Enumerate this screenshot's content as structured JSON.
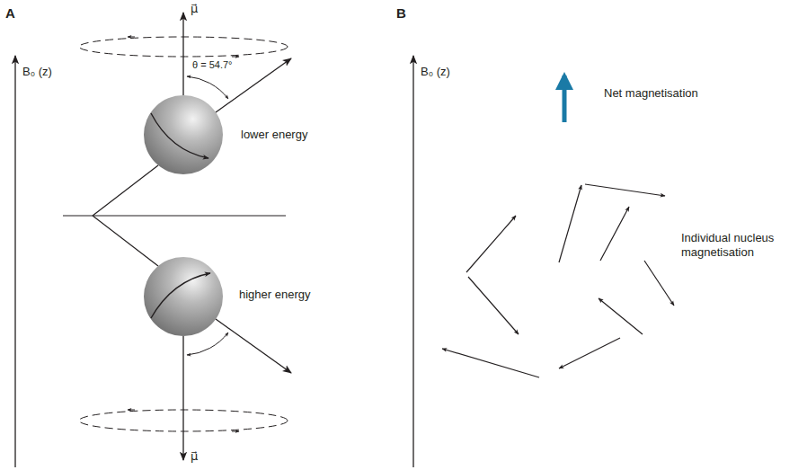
{
  "diagram": {
    "labels": [
      "A",
      "B",
      "B₀ (z)",
      "B₀ (z)",
      "μ⃗",
      "μ⃗",
      "θ = 54.7°",
      "lower energy",
      "higher energy",
      "Net magnetisation",
      "Individual nucleus magnetisation"
    ]
  }
}
